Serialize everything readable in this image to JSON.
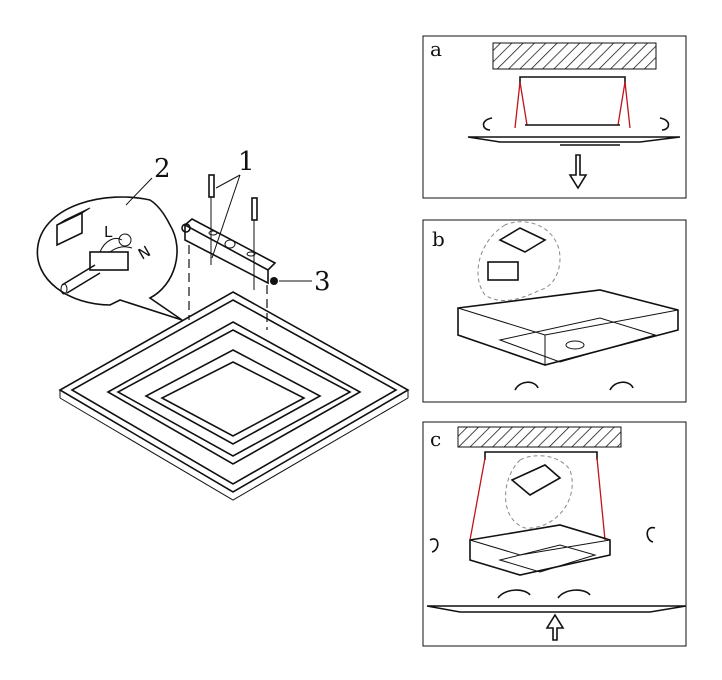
{
  "figure": {
    "callouts": {
      "one": "1",
      "two": "2",
      "three": "3"
    },
    "wiring": {
      "live": "L",
      "neutral": "N"
    },
    "panels": [
      {
        "label": "a"
      },
      {
        "label": "b"
      },
      {
        "label": "c"
      }
    ],
    "colors": {
      "line": "#111111",
      "wire": "#c0141b"
    }
  }
}
